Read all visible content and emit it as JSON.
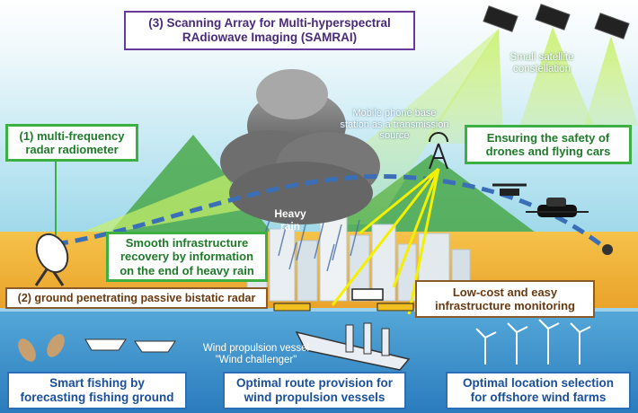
{
  "title_box": {
    "text": "(3) Scanning Array for Multi-hyperspectral\nRAdiowave Imaging (SAMRAI)"
  },
  "radiometer_box": {
    "text": "(1) multi-frequency\nradar radiometer"
  },
  "gpr_box": {
    "text": "(2) ground penetrating passive bistatic radar"
  },
  "recovery_box": {
    "text": "Smooth infrastructure\nrecovery by information\non the end of heavy rain"
  },
  "safety_box": {
    "text": "Ensuring the safety of\ndrones and flying cars"
  },
  "monitoring_box": {
    "text": "Low-cost and easy\ninfrastructure monitoring"
  },
  "fishing_box": {
    "text": "Smart fishing by\nforecasting fishing ground"
  },
  "route_box": {
    "text": "Optimal route provision for\nwind propulsion vessels"
  },
  "windfarm_box": {
    "text": "Optimal location selection\nfor offshore wind farms"
  },
  "labels": {
    "satellite": "Small satellite\nconstellation",
    "base_station": "Mobile phone base\nstation as a transmission\nsource",
    "heavy_rain": "Heavy\nrain",
    "vessel": "Wind propulsion vessel\n\"Wind challenger\""
  },
  "colors": {
    "green_border": "#3cb043",
    "purple_border": "#6a3a9a",
    "brown_border": "#8a5a2a",
    "blue_border": "#2d6fb7",
    "beam_yellow": "#f4f000",
    "path_blue": "#3a6fb8"
  }
}
